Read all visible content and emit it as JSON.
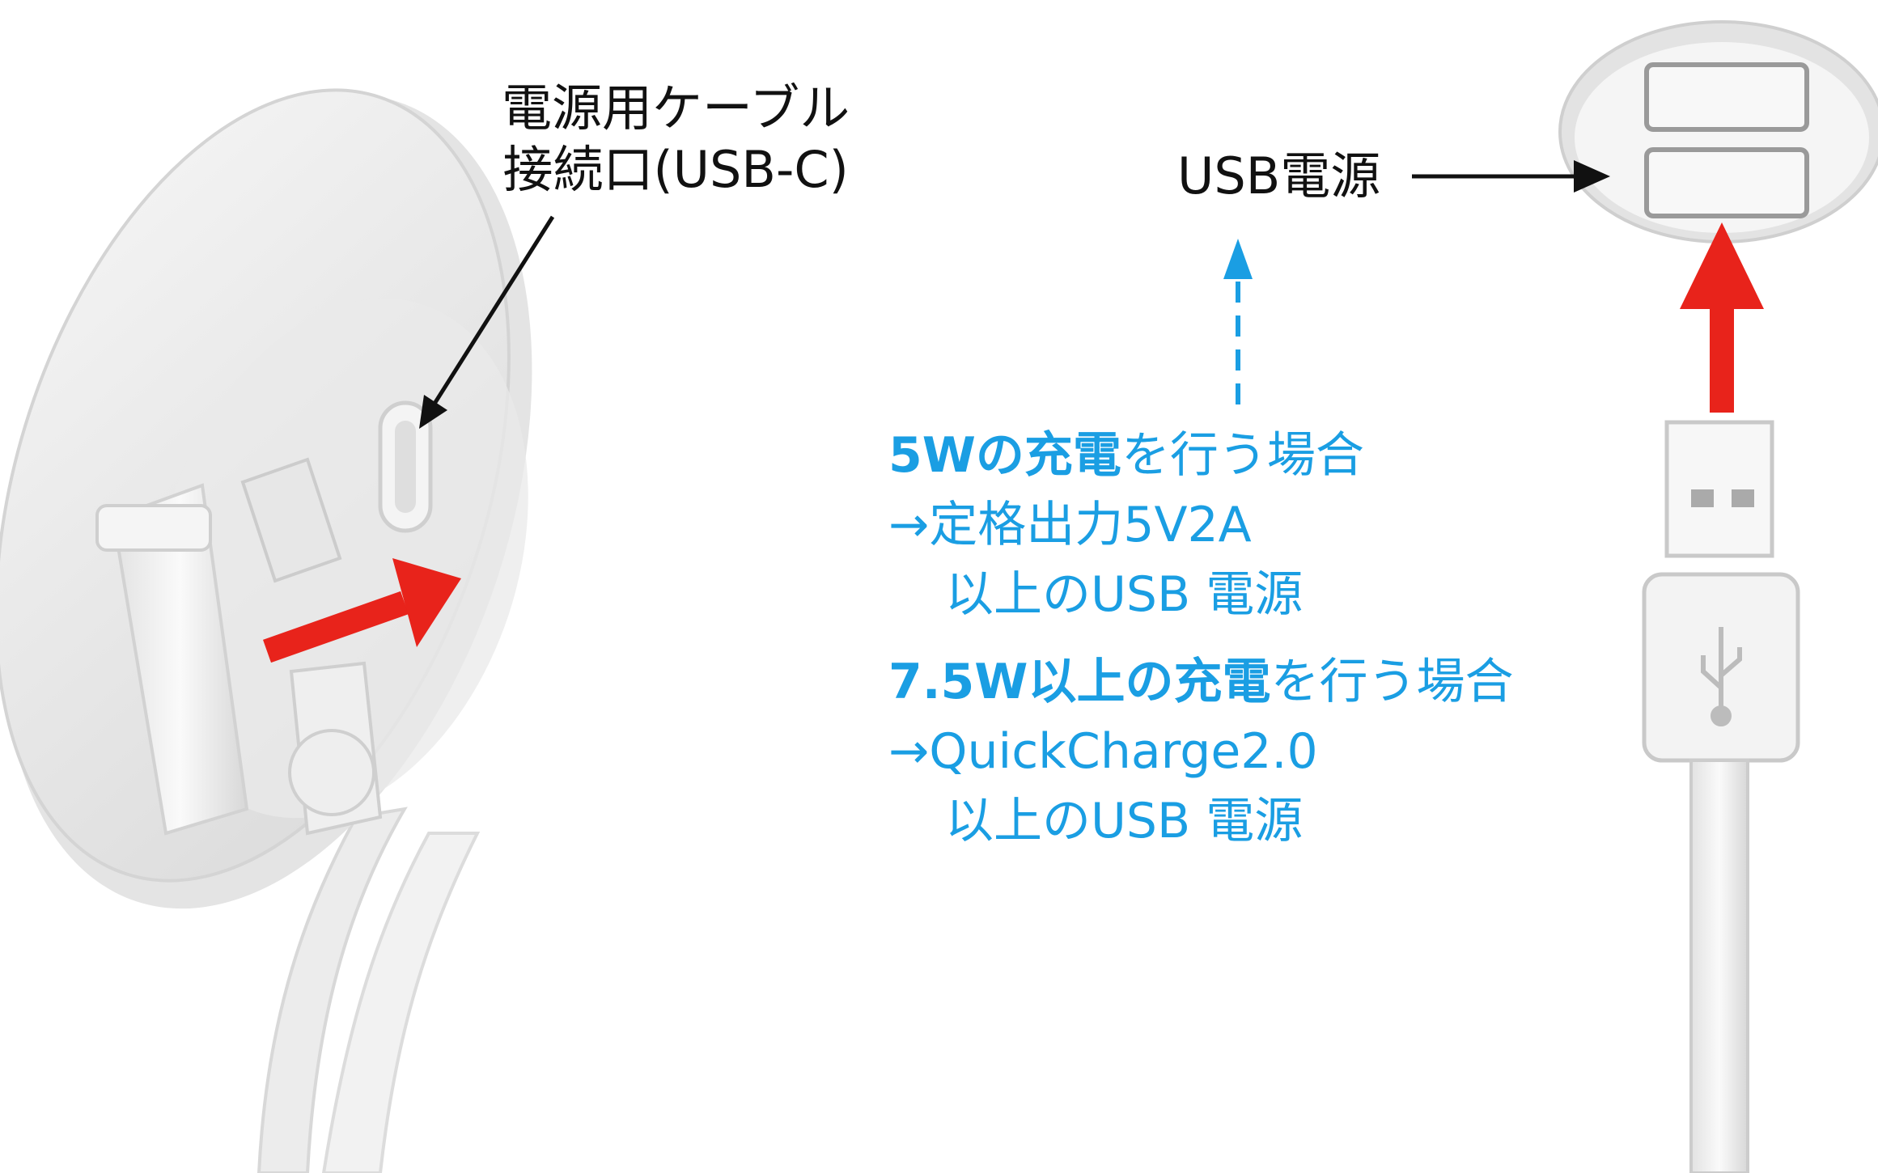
{
  "labels": {
    "cable_port_line1": "電源用ケーブル",
    "cable_port_line2": "接続口(USB-C)",
    "usb_power": "USB電源"
  },
  "case_5w": {
    "heading_bold": "5Wの充電",
    "heading_rest": "を行う場合",
    "line2": "→定格出力5V2A",
    "line3": "以上のUSB 電源"
  },
  "case_75w": {
    "heading_bold": "7.5W以上の充電",
    "heading_rest": "を行う場合",
    "line2": "→QuickCharge2.0",
    "line3": "以上のUSB 電源"
  },
  "colors": {
    "accent_red": "#e8231b",
    "accent_blue": "#1a9ee3",
    "text": "#111111",
    "device_body": "#ececec"
  }
}
